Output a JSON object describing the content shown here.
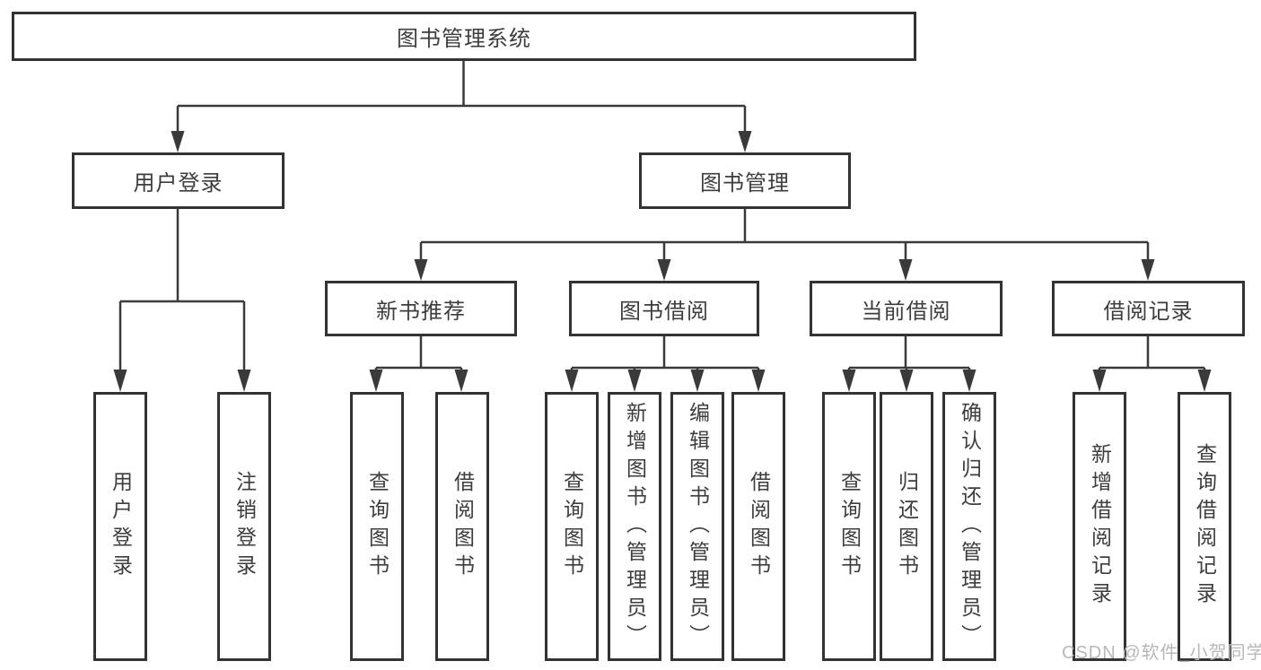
{
  "diagram": {
    "root": {
      "label": "图书管理系统"
    },
    "level2": [
      {
        "label": "用户登录"
      },
      {
        "label": "图书管理"
      }
    ],
    "level3": [
      {
        "label": "新书推荐"
      },
      {
        "label": "图书借阅"
      },
      {
        "label": "当前借阅"
      },
      {
        "label": "借阅记录"
      }
    ],
    "leaves": {
      "user_login": [
        "用户登录",
        "注销登录"
      ],
      "new_book": [
        "查询图书",
        "借阅图书"
      ],
      "book_borrow": [
        "查询图书",
        "新增图书（管理员）",
        "编辑图书（管理员）",
        "借阅图书"
      ],
      "current_borrow": [
        "查询图书",
        "归还图书",
        "确认归还（管理员）"
      ],
      "borrow_records": [
        "新增借阅记录",
        "查询借阅记录"
      ]
    }
  },
  "watermark": {
    "text": "CSDN @软件_小贺同学",
    "color": "#b8b8b8"
  },
  "colors": {
    "line": "#3a3a3a",
    "box_border": "#333333",
    "text": "#3d3d3d",
    "background": "#ffffff"
  }
}
